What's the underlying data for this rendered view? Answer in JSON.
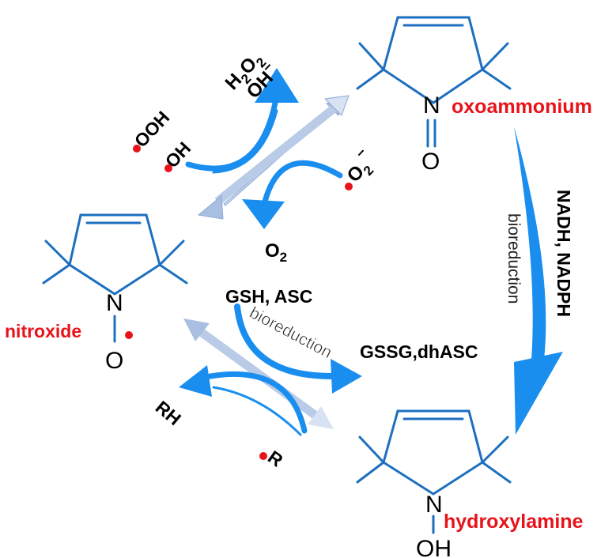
{
  "colors": {
    "ring_blue": "#1d6fc0",
    "arrow_blue": "#1a8eef",
    "pale_arrow": "#b9cbe6",
    "label_red": "#e8131a",
    "radical_dot": "#e8131a"
  },
  "atoms": {
    "nitrogen": "N",
    "oxygen": "O",
    "hydroxyl": "OH"
  },
  "species": {
    "oxoammonium": "oxoammonium",
    "nitroxide": "nitroxide",
    "hydroxylamine": "hydroxylamine"
  },
  "reagents": {
    "h2o2_h": "H",
    "h2o2_sub": "2",
    "h2o2_o": "O",
    "h2o2_sub2": "2",
    "oh_minus": "OH",
    "minus": "−",
    "ooh": "OOH",
    "oh_radical": "OH",
    "superoxide_o": "O",
    "superoxide_sub": "2",
    "superoxide_minus": "−",
    "o2_o": "O",
    "o2_sub": "2",
    "gsh_asc": "GSH, ASC",
    "gssg": "GSSG,dhASC",
    "rh": "RH",
    "r_radical": "R",
    "nadh": "NADH, NADPH"
  },
  "processes": {
    "bioreduction_center": "bioreduction",
    "bioreduction_right": "bioreduction"
  }
}
